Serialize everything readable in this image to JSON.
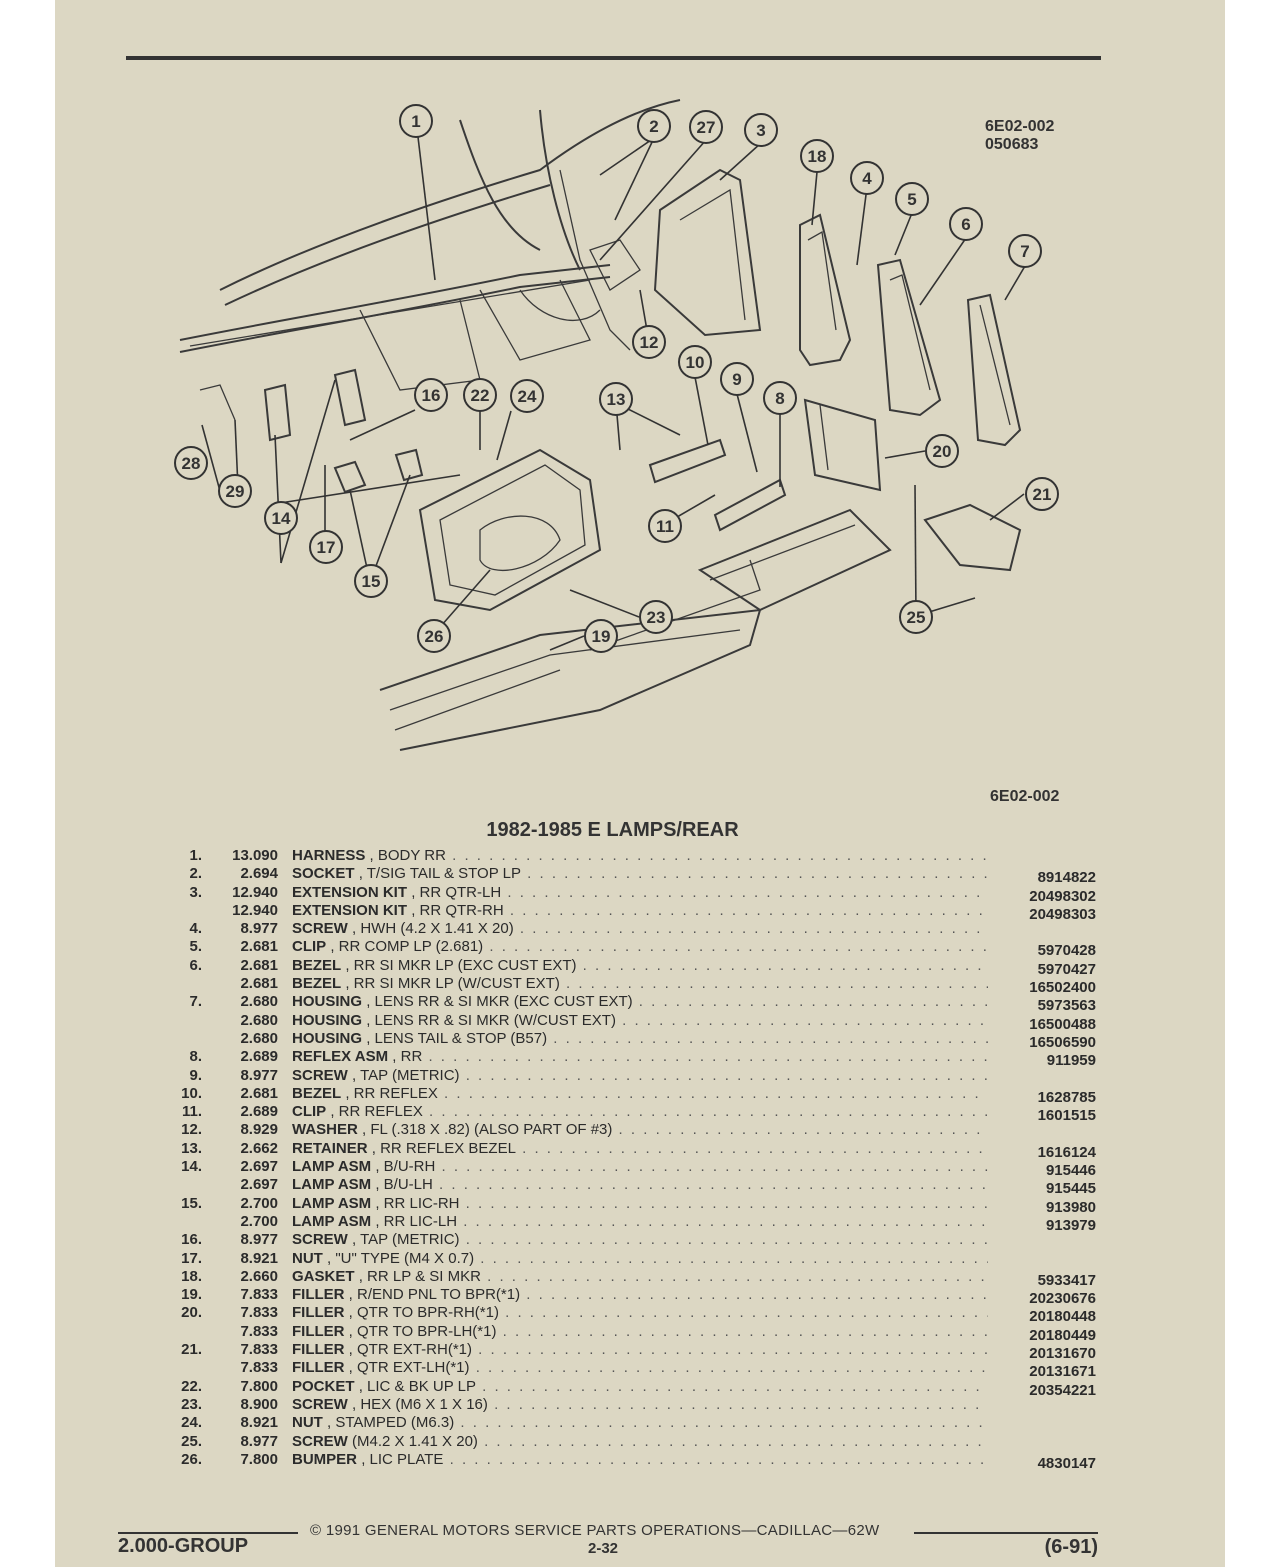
{
  "diagram_code": [
    "6E02-002",
    "050683"
  ],
  "figure_label": "6E02-002",
  "callouts": [
    "1",
    "2",
    "27",
    "3",
    "18",
    "4",
    "5",
    "6",
    "7",
    "12",
    "10",
    "9",
    "8",
    "13",
    "16",
    "22",
    "24",
    "28",
    "29",
    "14",
    "17",
    "15",
    "11",
    "20",
    "21",
    "26",
    "23",
    "19",
    "25"
  ],
  "title": "1982-1985 E LAMPS/REAR",
  "parts": [
    {
      "num": "1.",
      "group": "13.090",
      "name": "HARNESS",
      "desc": ", BODY RR",
      "part": ""
    },
    {
      "num": "2.",
      "group": "2.694",
      "name": "SOCKET",
      "desc": ", T/SIG TAIL & STOP LP",
      "part": "8914822"
    },
    {
      "num": "3.",
      "group": "12.940",
      "name": "EXTENSION KIT",
      "desc": ", RR QTR-LH",
      "part": "20498302"
    },
    {
      "num": "",
      "group": "12.940",
      "name": "EXTENSION KIT",
      "desc": ", RR QTR-RH",
      "part": "20498303"
    },
    {
      "num": "4.",
      "group": "8.977",
      "name": "SCREW",
      "desc": ", HWH (4.2 X 1.41 X 20)",
      "part": ""
    },
    {
      "num": "5.",
      "group": "2.681",
      "name": "CLIP",
      "desc": ", RR COMP LP (2.681)",
      "part": "5970428"
    },
    {
      "num": "6.",
      "group": "2.681",
      "name": "BEZEL",
      "desc": ", RR SI MKR LP (EXC CUST EXT)",
      "part": "5970427"
    },
    {
      "num": "",
      "group": "2.681",
      "name": "BEZEL",
      "desc": ", RR SI MKR LP (W/CUST EXT)",
      "part": "16502400"
    },
    {
      "num": "7.",
      "group": "2.680",
      "name": "HOUSING",
      "desc": ", LENS RR & SI MKR (EXC CUST EXT)",
      "part": "5973563"
    },
    {
      "num": "",
      "group": "2.680",
      "name": "HOUSING",
      "desc": ", LENS RR & SI MKR (W/CUST EXT)",
      "part": "16500488"
    },
    {
      "num": "",
      "group": "2.680",
      "name": "HOUSING",
      "desc": ", LENS TAIL & STOP (B57)",
      "part": "16506590"
    },
    {
      "num": "8.",
      "group": "2.689",
      "name": "REFLEX ASM",
      "desc": ", RR",
      "part": "911959"
    },
    {
      "num": "9.",
      "group": "8.977",
      "name": "SCREW",
      "desc": ", TAP (METRIC)",
      "part": ""
    },
    {
      "num": "10.",
      "group": "2.681",
      "name": "BEZEL",
      "desc": ", RR REFLEX",
      "part": "1628785"
    },
    {
      "num": "11.",
      "group": "2.689",
      "name": "CLIP",
      "desc": ", RR REFLEX",
      "part": "1601515"
    },
    {
      "num": "12.",
      "group": "8.929",
      "name": "WASHER",
      "desc": ", FL (.318 X .82) (ALSO PART OF #3)",
      "part": ""
    },
    {
      "num": "13.",
      "group": "2.662",
      "name": "RETAINER",
      "desc": ", RR REFLEX BEZEL",
      "part": "1616124"
    },
    {
      "num": "14.",
      "group": "2.697",
      "name": "LAMP ASM",
      "desc": ", B/U-RH",
      "part": "915446"
    },
    {
      "num": "",
      "group": "2.697",
      "name": "LAMP ASM",
      "desc": ", B/U-LH",
      "part": "915445"
    },
    {
      "num": "15.",
      "group": "2.700",
      "name": "LAMP ASM",
      "desc": ", RR LIC-RH",
      "part": "913980"
    },
    {
      "num": "",
      "group": "2.700",
      "name": "LAMP ASM",
      "desc": ", RR LIC-LH",
      "part": "913979"
    },
    {
      "num": "16.",
      "group": "8.977",
      "name": "SCREW",
      "desc": ", TAP (METRIC)",
      "part": ""
    },
    {
      "num": "17.",
      "group": "8.921",
      "name": "NUT",
      "desc": ", \"U\" TYPE (M4 X 0.7)",
      "part": ""
    },
    {
      "num": "18.",
      "group": "2.660",
      "name": "GASKET",
      "desc": ", RR LP & SI MKR",
      "part": "5933417"
    },
    {
      "num": "19.",
      "group": "7.833",
      "name": "FILLER",
      "desc": ", R/END PNL TO BPR(*1)",
      "part": "20230676"
    },
    {
      "num": "20.",
      "group": "7.833",
      "name": "FILLER",
      "desc": ", QTR TO BPR-RH(*1)",
      "part": "20180448"
    },
    {
      "num": "",
      "group": "7.833",
      "name": "FILLER",
      "desc": ", QTR TO BPR-LH(*1)",
      "part": "20180449"
    },
    {
      "num": "21.",
      "group": "7.833",
      "name": "FILLER",
      "desc": ", QTR EXT-RH(*1)",
      "part": "20131670"
    },
    {
      "num": "",
      "group": "7.833",
      "name": "FILLER",
      "desc": ", QTR EXT-LH(*1)",
      "part": "20131671"
    },
    {
      "num": "22.",
      "group": "7.800",
      "name": "POCKET",
      "desc": ", LIC & BK UP LP",
      "part": "20354221"
    },
    {
      "num": "23.",
      "group": "8.900",
      "name": "SCREW",
      "desc": ", HEX (M6 X 1 X 16)",
      "part": ""
    },
    {
      "num": "24.",
      "group": "8.921",
      "name": "NUT",
      "desc": ", STAMPED (M6.3)",
      "part": ""
    },
    {
      "num": "25.",
      "group": "8.977",
      "name": "SCREW",
      "desc": "(M4.2 X 1.41 X 20)",
      "part": ""
    },
    {
      "num": "26.",
      "group": "7.800",
      "name": "BUMPER",
      "desc": ", LIC PLATE",
      "part": "4830147"
    }
  ],
  "footer": {
    "group": "2.000-GROUP",
    "copyright": "© 1991 GENERAL MOTORS SERVICE PARTS OPERATIONS—CADILLAC—62W",
    "page": "2-32",
    "date": "(6-91)"
  },
  "colors": {
    "paper": "#dcd7c3",
    "ink": "#333333"
  }
}
